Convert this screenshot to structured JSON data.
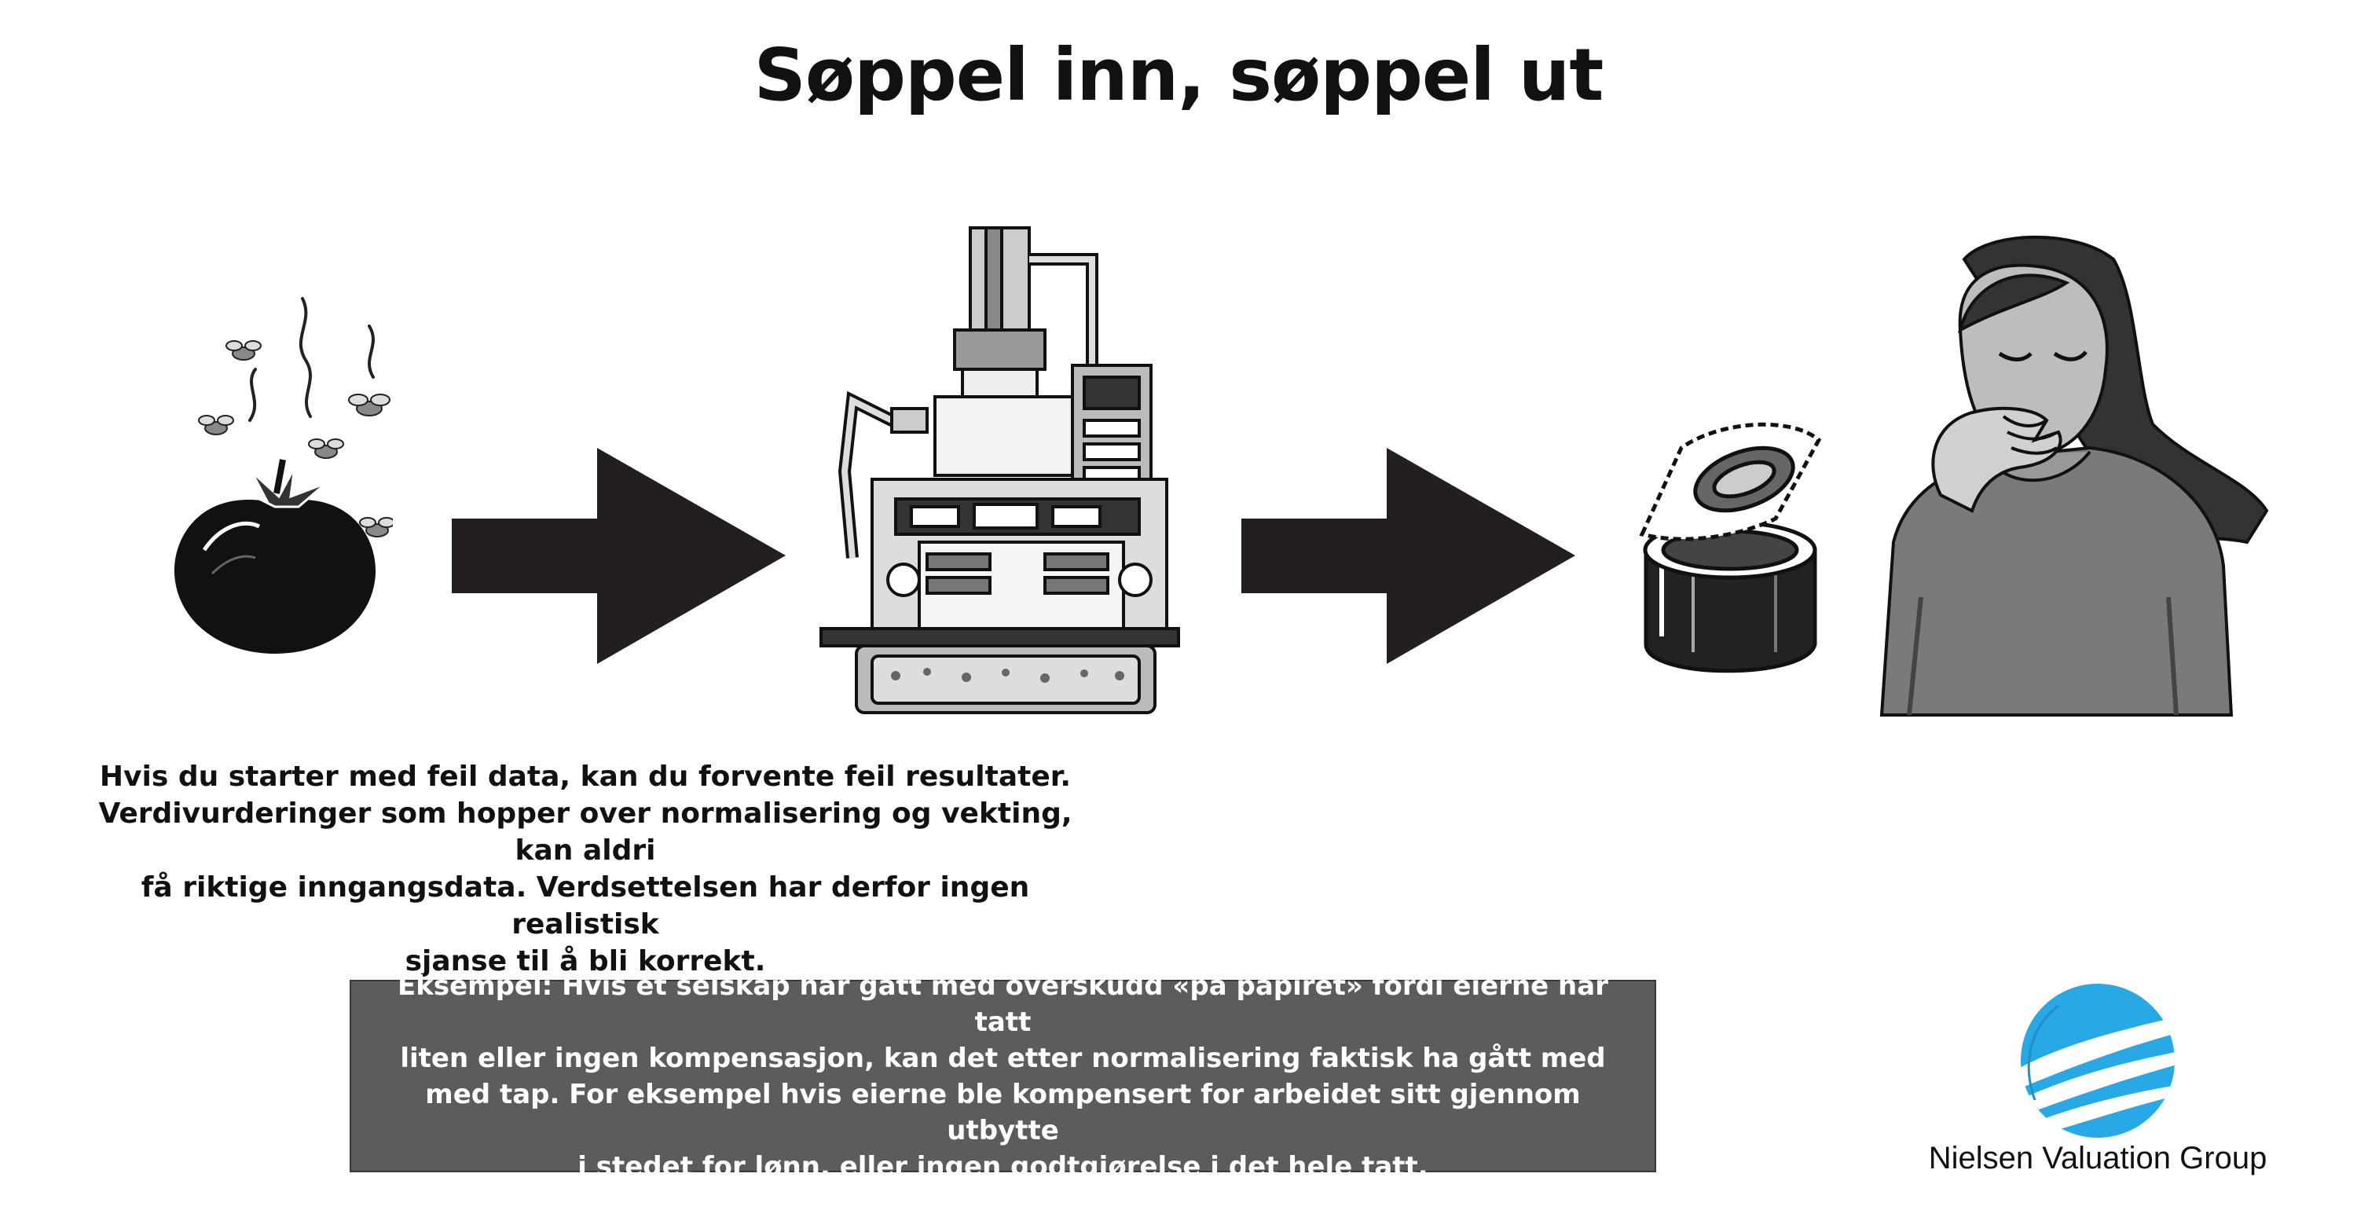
{
  "title": "Søppel inn, søppel ut",
  "description_lines": [
    "Hvis du starter med feil data, kan du forvente feil resultater.",
    "Verdivurderinger som hopper over normalisering og vekting, kan aldri",
    "få riktige inngangsdata. Verdsettelsen har derfor ingen realistisk",
    "sjanse til å bli korrekt."
  ],
  "example_lines": [
    "Eksempel: Hvis et selskap har gått med overskudd «på papiret» fordi eierne har tatt",
    "liten eller ingen kompensasjon, kan det etter normalisering faktisk ha gått med",
    "med tap. For eksempel hvis eierne ble kompensert for arbeidet sitt gjennom utbytte",
    "i stedet for lønn, eller ingen godtgjørelse i det hele tatt."
  ],
  "logo": {
    "name": "Nielsen Valuation Group",
    "color": "#29a8e6"
  },
  "icons": [
    "rotten-tomato-icon",
    "arrow-right-icon",
    "machine-icon",
    "arrow-right-icon",
    "open-can-icon",
    "disgusted-woman-icon"
  ]
}
